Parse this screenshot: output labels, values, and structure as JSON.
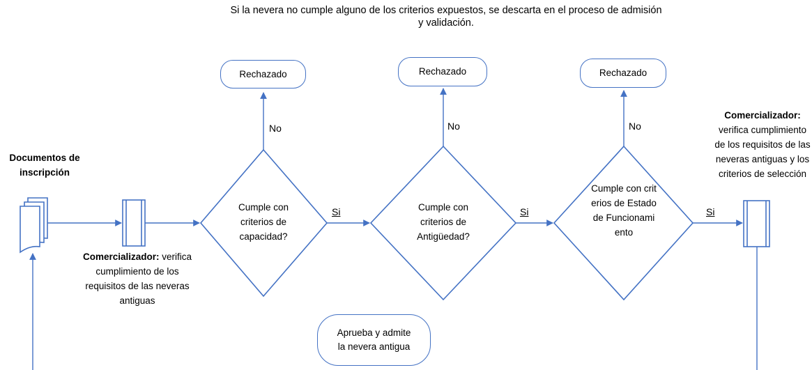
{
  "note": "Si la nevera no cumple alguno de los criterios expuestos, se descarta en el proceso de admisión y validación.",
  "documents": {
    "label": "Documentos de inscripción"
  },
  "process1": {
    "actor": "Comercializador:",
    "text": "verifica cumplimiento de los requisitos de las neveras antiguas"
  },
  "process2": {
    "actor": "Comercializador:",
    "text": "verifica cumplimiento de los requisitos de las neveras antiguas y los criterios de selección"
  },
  "decisions": [
    {
      "text": "Cumple con criterios de capacidad?"
    },
    {
      "text": "Cumple con criterios de Antigüedad?"
    },
    {
      "text": "Cumple con criterios de Estado de Funcionamiento"
    }
  ],
  "rejected": [
    {
      "label": "Rechazado"
    },
    {
      "label": "Rechazado"
    },
    {
      "label": "Rechazado"
    }
  ],
  "edge_labels": {
    "yes": "Si",
    "no": "No"
  },
  "approve": {
    "label": "Aprueba y admite la nevera antigua"
  },
  "colors": {
    "line": "#4472c4",
    "stroke": "#4472c4"
  }
}
